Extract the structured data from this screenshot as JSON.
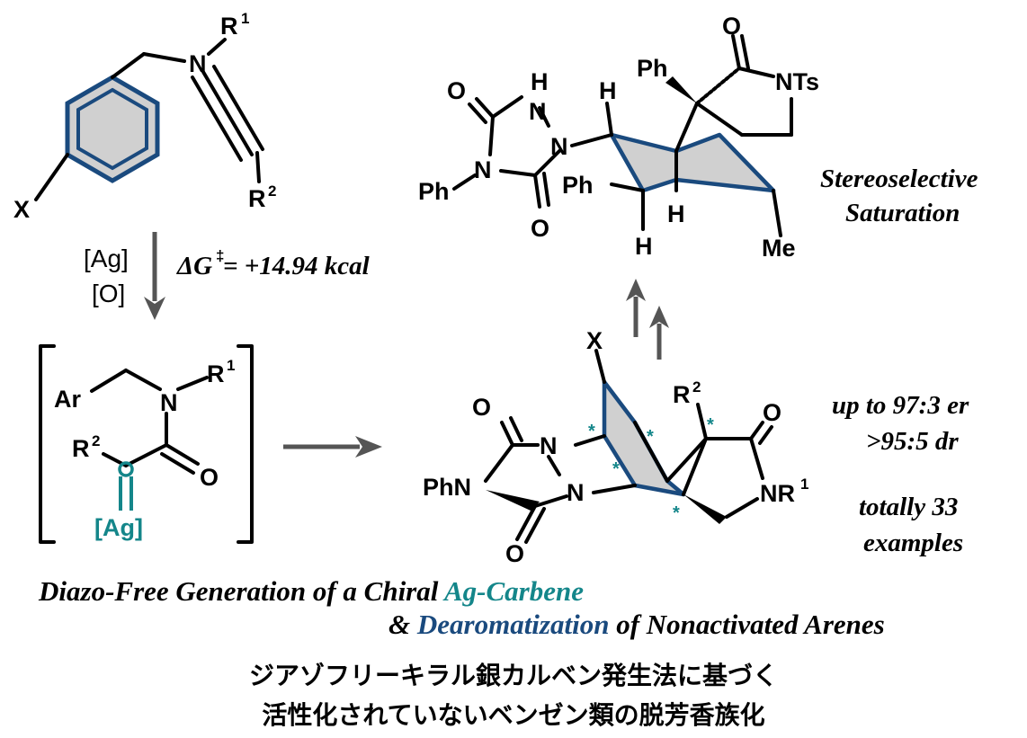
{
  "structures": {
    "start": {
      "atoms": {
        "r1": "R",
        "r1_sup": "1",
        "n": "N",
        "x": "X",
        "r2": "R",
        "r2_sup": "2"
      }
    },
    "intermediate": {
      "atoms": {
        "ar": "Ar",
        "n": "N",
        "r1": "R",
        "r1_sup": "1",
        "r2": "R",
        "r2_sup": "2",
        "o": "O",
        "ag": "[Ag]"
      }
    },
    "product": {
      "atoms": {
        "x": "X",
        "r2": "R",
        "r2_sup": "2",
        "o_left": "O",
        "o_right": "O",
        "n_top": "N",
        "n_bottom": "N",
        "phn": "PhN",
        "nr1": "NR",
        "nr1_sup": "1",
        "o_bottom": "O",
        "star": "*"
      }
    },
    "saturated": {
      "atoms": {
        "o_top": "O",
        "ph_top": "Ph",
        "nts": "NTs",
        "o_left": "O",
        "h_nh": "H",
        "n_nh": "N",
        "n_link": "N",
        "h_top": "H",
        "n_ring": "N",
        "ph_left": "Ph",
        "ph_mid": "Ph",
        "o_bottom": "O",
        "h_mid": "H",
        "h_bottom": "H",
        "me": "Me"
      }
    }
  },
  "conditions": {
    "reagent1": "[Ag]",
    "reagent2": "[O]",
    "energy_prefix": "ΔG",
    "energy_sup": "‡",
    "energy_value": " = +14.94 kcal"
  },
  "annotations": {
    "saturation_line1": "Stereoselective",
    "saturation_line2": "Saturation",
    "er": "up to 97:3 er",
    "dr": ">95:5 dr",
    "examples_line1": "totally 33",
    "examples_line2": "examples"
  },
  "title": {
    "line1_part1": "Diazo-Free Generation of a Chiral ",
    "line1_highlight": "Ag-Carbene",
    "line2_part1": "& ",
    "line2_highlight": "Dearomatization",
    "line2_part2": " of Nonactivated Arenes"
  },
  "japanese": {
    "line1": "ジアゾフリーキラル銀カルベン発生法に基づく",
    "line2": "活性化されていないベンゼン類の脱芳香族化"
  },
  "colors": {
    "teal": "#14868a",
    "blue": "#1a4a7e",
    "arrow": "#555555",
    "ring_fill": "#d0d0d0"
  }
}
